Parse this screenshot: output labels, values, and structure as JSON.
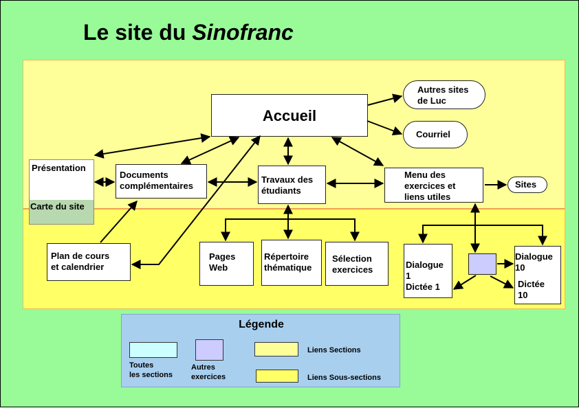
{
  "title": {
    "main": "Le site du ",
    "italic": "Sinofranc"
  },
  "nodes": {
    "accueil": "Accueil",
    "autres_sites": "Autres sites\n de Luc",
    "courriel": "Courriel",
    "presentation": "Présentation",
    "carte": "Carte du site",
    "documents": "Documents\ncomplémentaires",
    "travaux": "Travaux des\nétudiants",
    "menu": "Menu des\nexercices et\nliens utiles",
    "sites": "Sites",
    "plan": "Plan de cours\net calendrier",
    "pages_web": "Pages\nWeb",
    "repertoire": "Répertoire\nthématique",
    "selection": "Sélection\nexercices",
    "dialogue1": "Dialogue\n 1\nDictée 1",
    "dialogue10": "Dialogue\n10",
    "dictee10": "Dictée\n 10"
  },
  "legend": {
    "title": "Légende",
    "toutes": "Toutes\nles sections",
    "autres": "Autres\nexercices",
    "liens_sections": "Liens Sections",
    "liens_sous_sections": "Liens Sous-sections"
  },
  "colors": {
    "background": "#98FB98",
    "liens_sections": "#FFFF99",
    "liens_sous_sections": "#FFFF66",
    "toutes_sections": "#CCFFFF",
    "autres_exercices": "#CCCCFF",
    "legend_bg": "#A9CFEF"
  }
}
